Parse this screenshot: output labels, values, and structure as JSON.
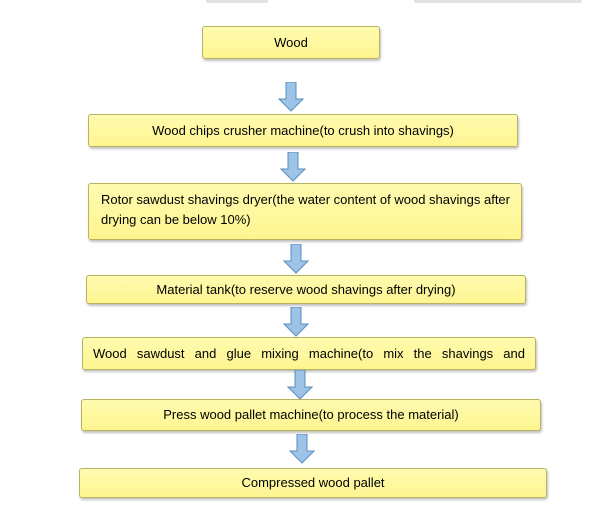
{
  "flowchart": {
    "steps": [
      {
        "text": "Wood"
      },
      {
        "text": "Wood chips crusher machine(to crush into shavings)"
      },
      {
        "text": "Rotor sawdust shavings dryer(the water content of wood shavings after drying can be below 10%)"
      },
      {
        "text": "Material tank(to reserve wood shavings after drying)"
      },
      {
        "text": "Wood sawdust and glue mixing machine(to mix the shavings and"
      },
      {
        "text": "Press wood pallet machine(to process the material)"
      },
      {
        "text": "Compressed wood pallet"
      }
    ]
  },
  "colors": {
    "box_fill": "#fef7a0",
    "box_border": "#b7b35f",
    "arrow_fill": "#9dc3e6",
    "arrow_stroke": "#5b8ec2"
  }
}
